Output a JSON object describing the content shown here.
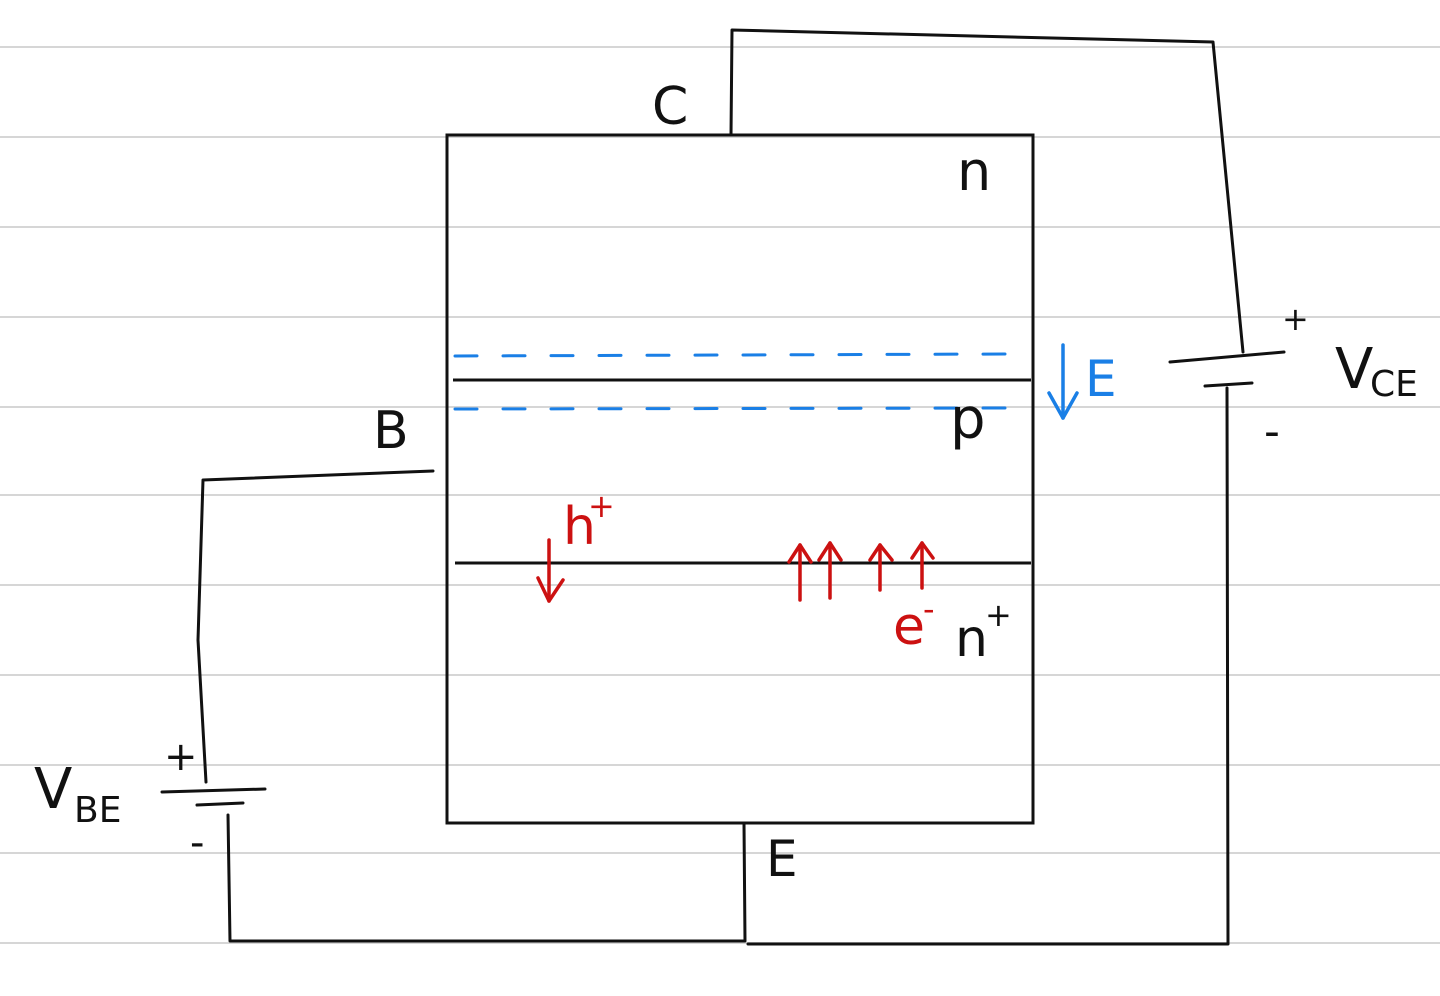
{
  "labels": {
    "collector": "C",
    "base": "B",
    "emitter": "E",
    "collector_region": "n",
    "base_region": "p",
    "emitter_region": "n",
    "emitter_region_sup": "+",
    "field": "E",
    "holes": "h",
    "holes_sup": "+",
    "electrons": "e",
    "electrons_sup": "-",
    "vce": "V",
    "vce_sub": "CE",
    "vbe": "V",
    "vbe_sub": "BE",
    "plus": "+",
    "minus": "-"
  },
  "colors": {
    "ink": "#111111",
    "field": "#1a7fe6",
    "carriers": "#cc1111",
    "ruling": "#d6d6d6"
  }
}
